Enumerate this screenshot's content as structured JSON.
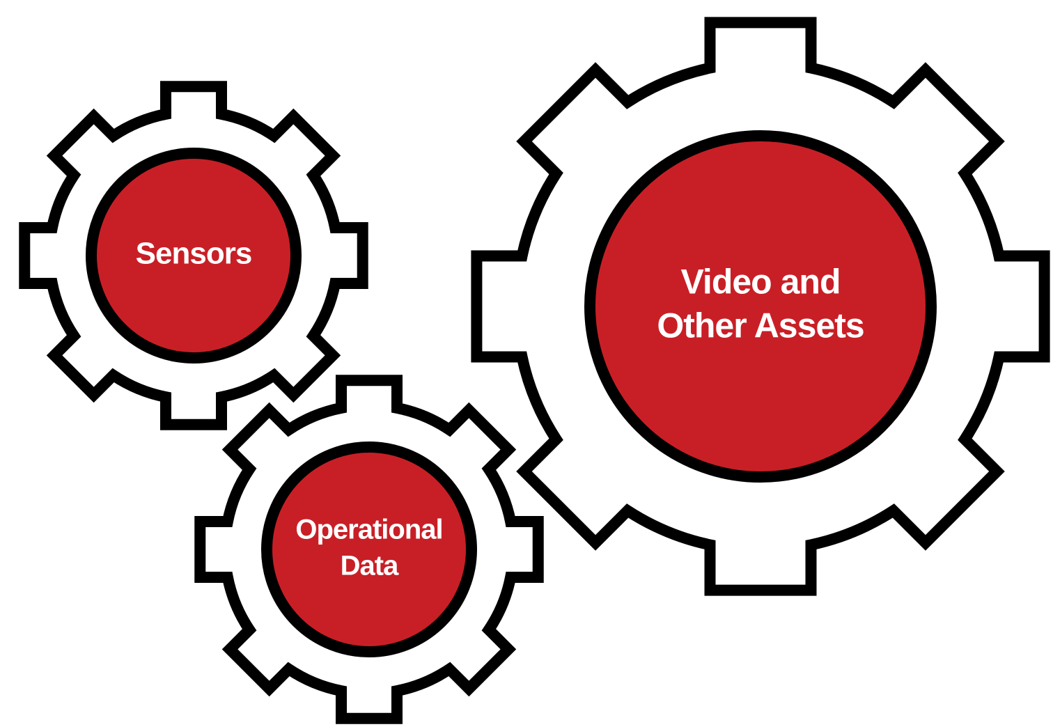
{
  "colors": {
    "gear_fill": "#ffffff",
    "gear_outline": "#000000",
    "hub_fill": "#c81f26",
    "label_color": "#ffffff"
  },
  "gears": [
    {
      "id": "sensors",
      "icon": "gear-icon",
      "label_lines": [
        "Sensors"
      ]
    },
    {
      "id": "operational-data",
      "icon": "gear-icon",
      "label_lines": [
        "Operational",
        "Data"
      ]
    },
    {
      "id": "video-assets",
      "icon": "gear-icon",
      "label_lines": [
        "Video and",
        "Other Assets"
      ]
    }
  ]
}
